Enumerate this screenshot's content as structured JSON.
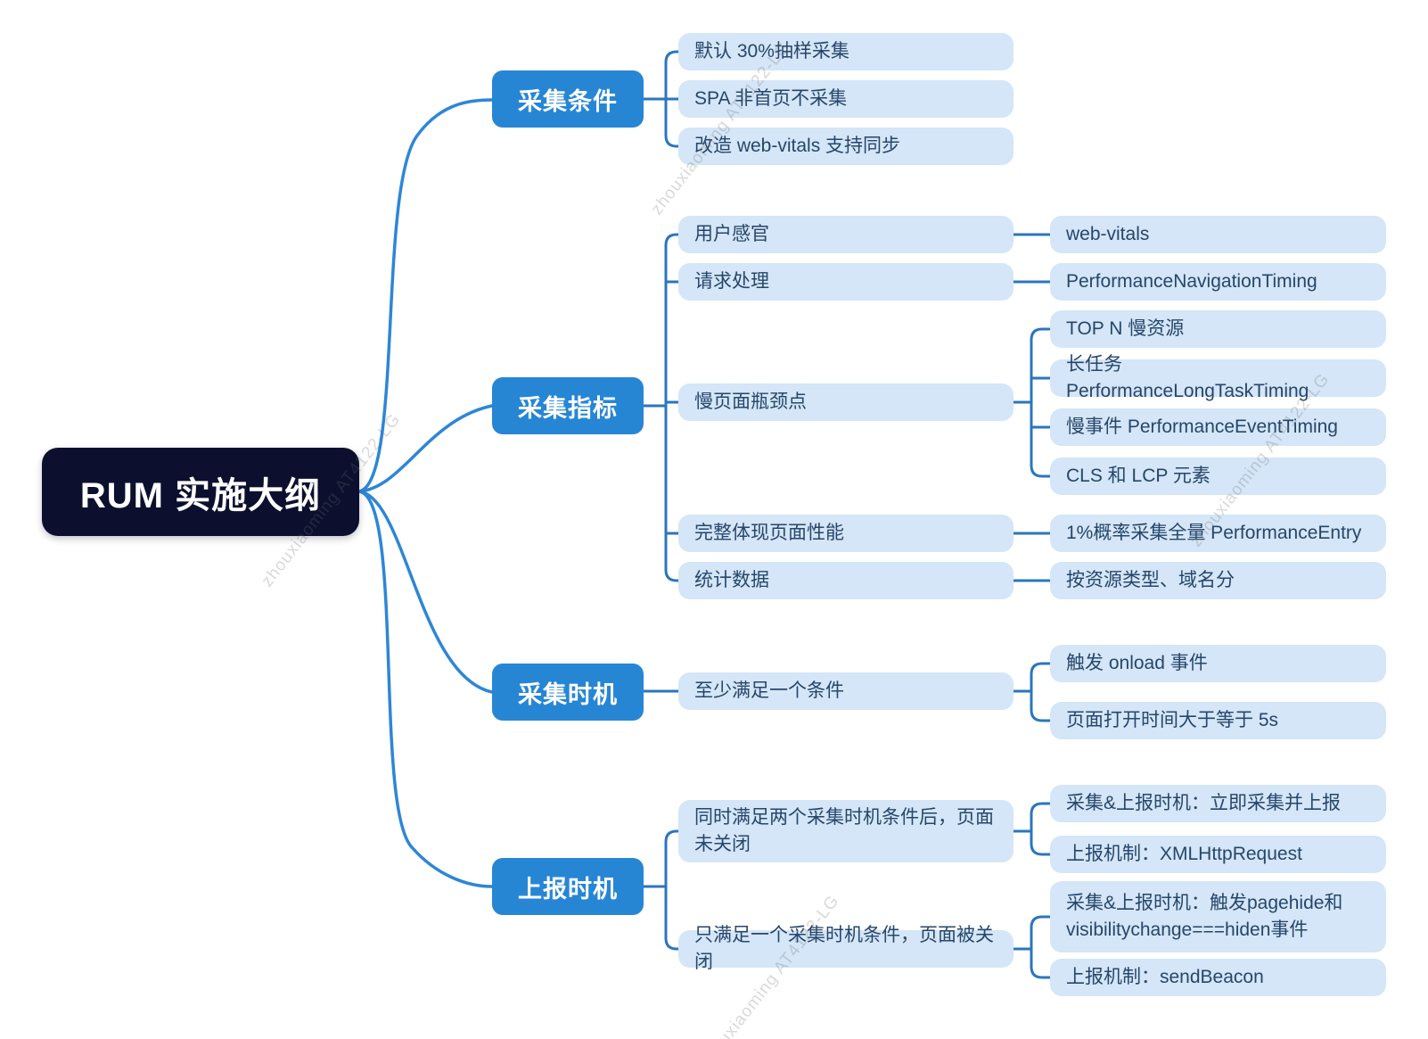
{
  "mindmap": {
    "root": {
      "label": "RUM 实施大纲"
    },
    "branches": [
      {
        "label": "采集条件",
        "children": [
          {
            "label": "默认 30%抽样采集"
          },
          {
            "label": "SPA 非首页不采集"
          },
          {
            "label": "改造 web-vitals 支持同步"
          }
        ]
      },
      {
        "label": "采集指标",
        "children": [
          {
            "label": "用户感官",
            "children": [
              {
                "label": "web-vitals"
              }
            ]
          },
          {
            "label": "请求处理",
            "children": [
              {
                "label": "PerformanceNavigationTiming"
              }
            ]
          },
          {
            "label": "慢页面瓶颈点",
            "children": [
              {
                "label": "TOP N 慢资源"
              },
              {
                "label": "长任务 PerformanceLongTaskTiming"
              },
              {
                "label": "慢事件 PerformanceEventTiming"
              },
              {
                "label": "CLS 和 LCP 元素"
              }
            ]
          },
          {
            "label": "完整体现页面性能",
            "children": [
              {
                "label": "1%概率采集全量 PerformanceEntry"
              }
            ]
          },
          {
            "label": "统计数据",
            "children": [
              {
                "label": "按资源类型、域名分"
              }
            ]
          }
        ]
      },
      {
        "label": "采集时机",
        "children": [
          {
            "label": "至少满足一个条件",
            "children": [
              {
                "label": "触发 onload 事件"
              },
              {
                "label": "页面打开时间大于等于 5s"
              }
            ]
          }
        ]
      },
      {
        "label": "上报时机",
        "children": [
          {
            "label": "同时满足两个采集时机条件后，页面未关闭",
            "children": [
              {
                "label": "采集&上报时机：立即采集并上报"
              },
              {
                "label": "上报机制：XMLHttpRequest"
              }
            ]
          },
          {
            "label": "只满足一个采集时机条件，页面被关闭",
            "children": [
              {
                "label": "采集&上报时机：触发pagehide和visibilitychange===hiden事件"
              },
              {
                "label": "上报机制：sendBeacon"
              }
            ]
          }
        ]
      }
    ],
    "watermark": "zhouxiaoming AT4122-LG",
    "colors": {
      "root_bg": "#0c102e",
      "branch_bg": "#2786d4",
      "leaf_bg": "#d4e6f7",
      "leaf_text": "#27466b",
      "line": "#2b76bd",
      "fan_line": "#2e86d6"
    }
  }
}
